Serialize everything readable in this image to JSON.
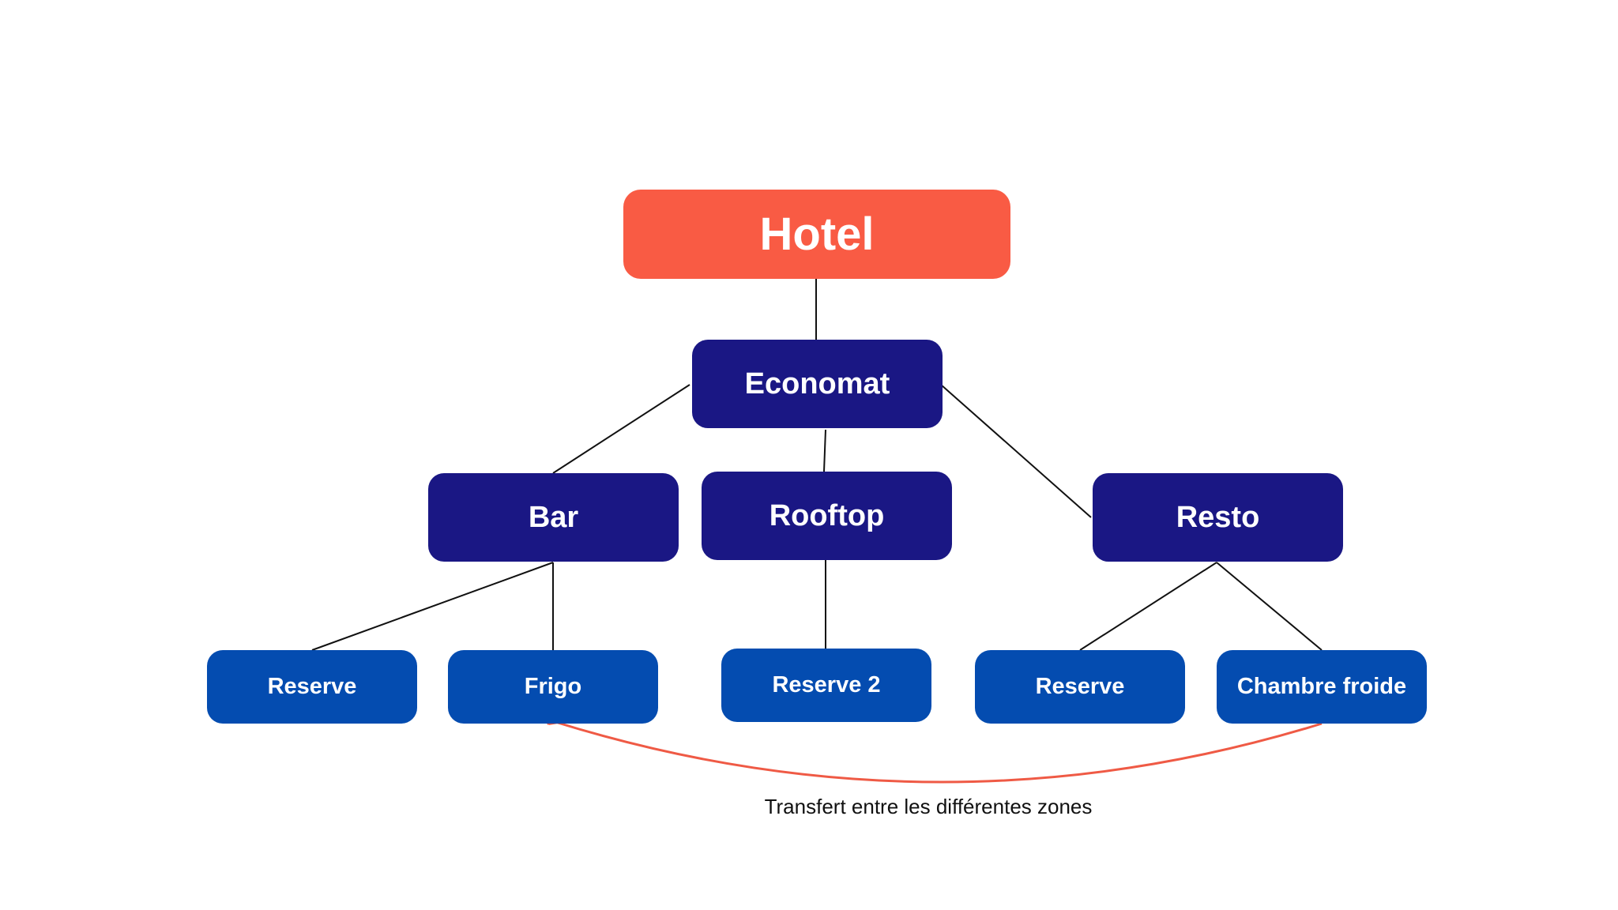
{
  "diagram": {
    "root": {
      "label": "Hotel"
    },
    "economat": {
      "label": "Economat"
    },
    "zones": {
      "bar": {
        "label": "Bar"
      },
      "rooftop": {
        "label": "Rooftop"
      },
      "resto": {
        "label": "Resto"
      }
    },
    "storage": {
      "bar_reserve": {
        "label": "Reserve"
      },
      "bar_frigo": {
        "label": "Frigo"
      },
      "rooftop_reserve": {
        "label": "Reserve 2"
      },
      "resto_reserve": {
        "label": "Reserve"
      },
      "resto_chambre": {
        "label": "Chambre froide"
      }
    },
    "transfer": {
      "label": "Transfert entre les différentes zones"
    }
  },
  "colors": {
    "root": "#f95b44",
    "mid": "#1a1784",
    "leaf": "#044cb0",
    "connector": "#111111",
    "transfer_arrow": "#ef5a45"
  }
}
